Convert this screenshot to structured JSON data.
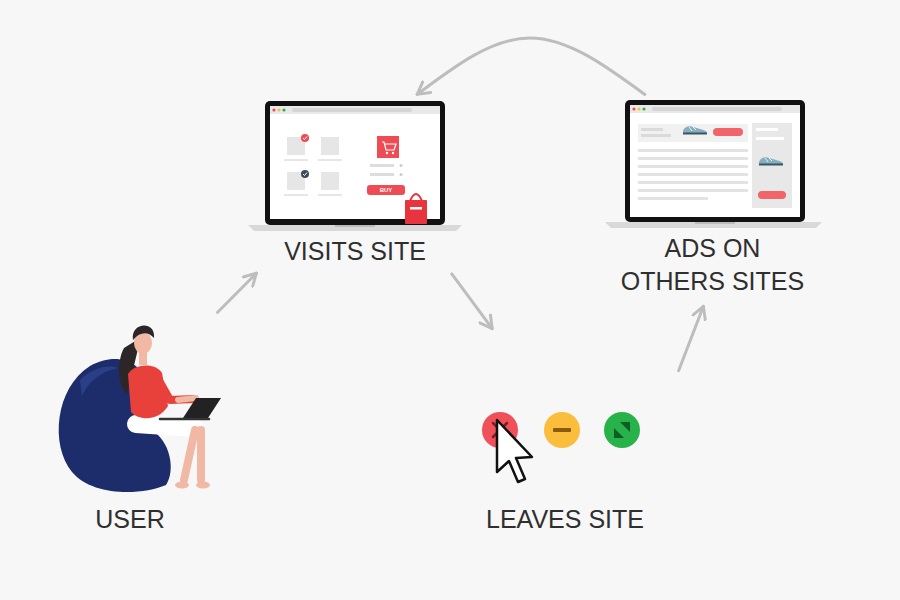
{
  "diagram": {
    "nodes": [
      {
        "text": [
          "USER"
        ]
      },
      {
        "text": [
          "VISITS SITE"
        ]
      },
      {
        "text": [
          "LEAVES SITE"
        ]
      },
      {
        "text": [
          "ADS ON OTHERS SITES"
        ]
      }
    ],
    "edges": [
      {
        "from": 0,
        "to": 1,
        "arrow": "to"
      },
      {
        "from": 1,
        "to": 2,
        "arrow": "to"
      },
      {
        "from": 2,
        "to": 3,
        "arrow": "to"
      },
      {
        "from": 3,
        "to": 1,
        "arrow": "to"
      }
    ],
    "labels": [
      "BUY"
    ]
  }
}
